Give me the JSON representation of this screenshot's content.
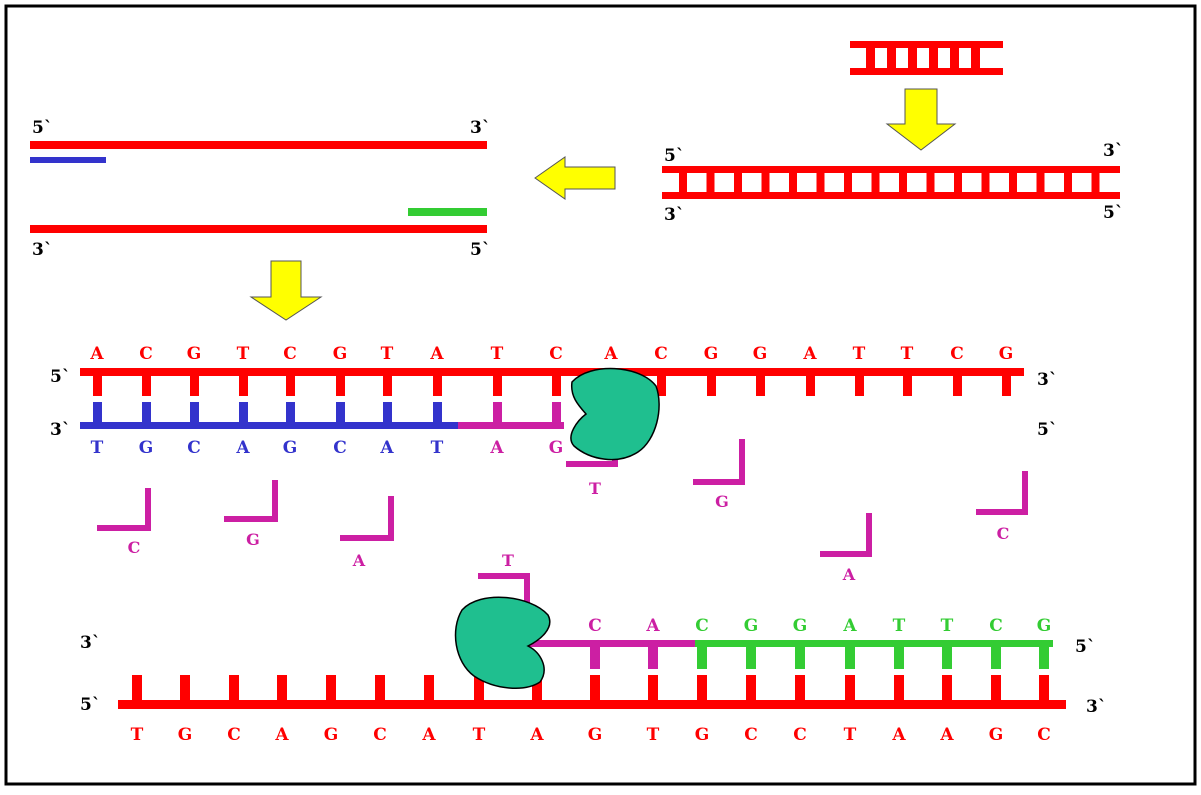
{
  "colors": {
    "parent_strand": "#ff0000",
    "template_complement": "#3333cc",
    "new_strand": "#cc1fa3",
    "primer": "#33cc33",
    "enzyme": "#1fbf8f",
    "enzyme_outline": "#000000",
    "arrow": "#ffff00",
    "frame": "#000000"
  },
  "icons": {
    "arrow": "yellow-block-arrow",
    "enzyme": "polymerase-blob"
  },
  "labels": {
    "five_prime": "5`",
    "three_prime": "3`"
  },
  "panel_top_left": {
    "top_strand": {
      "left": "5`",
      "right": "3`"
    },
    "bottom_strand": {
      "left": "3`",
      "right": "5`"
    }
  },
  "panel_top_right": {
    "top_strand": {
      "left": "5`",
      "right": "3`"
    },
    "bottom_strand": {
      "left": "3`",
      "right": "5`"
    }
  },
  "panel_middle": {
    "top_strand_end": "5`",
    "top_strand_right_end": "3`",
    "bottom_strand_end": "3`",
    "bottom_strand_right_end": "5`",
    "top_sequence": [
      "A",
      "C",
      "G",
      "T",
      "C",
      "G",
      "T",
      "A",
      "T",
      "C",
      "A",
      "C",
      "G",
      "G",
      "A",
      "T",
      "T",
      "C",
      "G"
    ],
    "bottom_sequence": [
      "T",
      "G",
      "C",
      "A",
      "G",
      "C",
      "A",
      "T",
      "A",
      "G"
    ],
    "free_nucleotides": [
      "T",
      "G",
      "C",
      "G",
      "A",
      "A",
      "C"
    ]
  },
  "panel_bottom": {
    "top_strand_end": "3`",
    "top_strand_right_end": "5`",
    "bottom_strand_end": "5`",
    "bottom_strand_right_end": "3`",
    "incoming_nucleotide": "T",
    "top_sequence": [
      "C",
      "A",
      "C",
      "G",
      "G",
      "A",
      "T",
      "T",
      "C",
      "G"
    ],
    "bottom_sequence": [
      "T",
      "G",
      "C",
      "A",
      "G",
      "C",
      "A",
      "T",
      "A",
      "G",
      "T",
      "G",
      "C",
      "C",
      "T",
      "A",
      "A",
      "G",
      "C"
    ]
  }
}
